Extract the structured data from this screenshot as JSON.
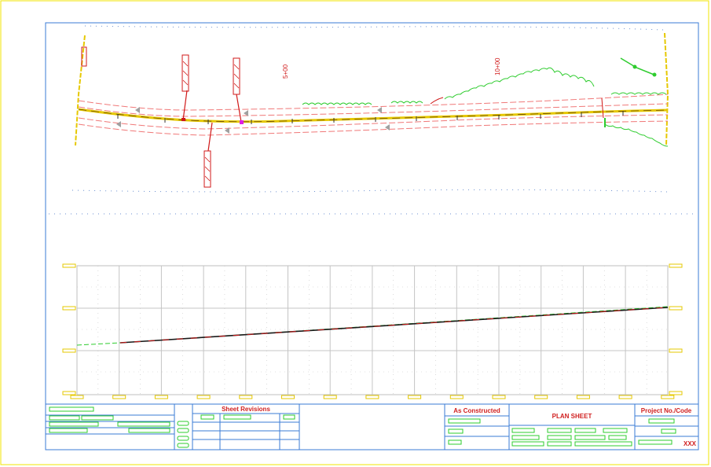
{
  "plan": {
    "station_labels": [
      "5+00",
      "10+00"
    ]
  },
  "title_block": {
    "sheet_revisions_label": "Sheet Revisions",
    "as_constructed_label": "As Constructed",
    "sheet_title": "PLAN SHEET",
    "project_label": "Project No./Code",
    "project_code": "XXX"
  },
  "colors": {
    "sheet_border": "#f2e600",
    "frame": "#3a7bd5",
    "alignment": "#e6c800",
    "right_of_way": "#f07878",
    "vegetation": "#2ecc2e",
    "section_cut": "#d01818",
    "title_text_red": "#d02020",
    "profile_grid": "#bfbfbf"
  }
}
